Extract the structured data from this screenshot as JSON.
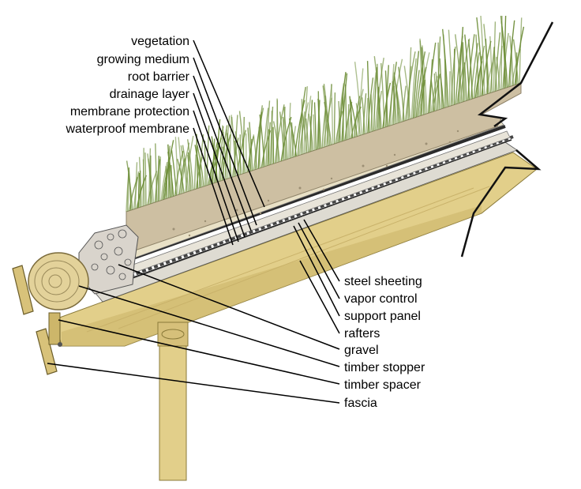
{
  "diagram": {
    "labels_top": [
      {
        "id": "vegetation",
        "text": "vegetation"
      },
      {
        "id": "growing-medium",
        "text": "growing medium"
      },
      {
        "id": "root-barrier",
        "text": "root barrier"
      },
      {
        "id": "drainage-layer",
        "text": "drainage layer"
      },
      {
        "id": "membrane-protection",
        "text": "membrane protection"
      },
      {
        "id": "waterproof-membrane",
        "text": "waterproof membrane"
      }
    ],
    "labels_right": [
      {
        "id": "steel-sheeting",
        "text": "steel sheeting"
      },
      {
        "id": "vapor-control",
        "text": "vapor control"
      },
      {
        "id": "support-panel",
        "text": "support panel"
      },
      {
        "id": "rafters",
        "text": "rafters"
      },
      {
        "id": "gravel",
        "text": "gravel"
      },
      {
        "id": "timber-stopper",
        "text": "timber stopper"
      },
      {
        "id": "timber-spacer",
        "text": "timber spacer"
      },
      {
        "id": "fascia",
        "text": "fascia"
      }
    ],
    "colors": {
      "grass": "#6f8f3a",
      "soil": "#cdbfa2",
      "timber": "#e2cf8a",
      "timber_dark": "#cdb66a",
      "membrane": "#2b2b2b",
      "gravel": "#d9d4cc",
      "panel": "#dedbd2"
    }
  }
}
